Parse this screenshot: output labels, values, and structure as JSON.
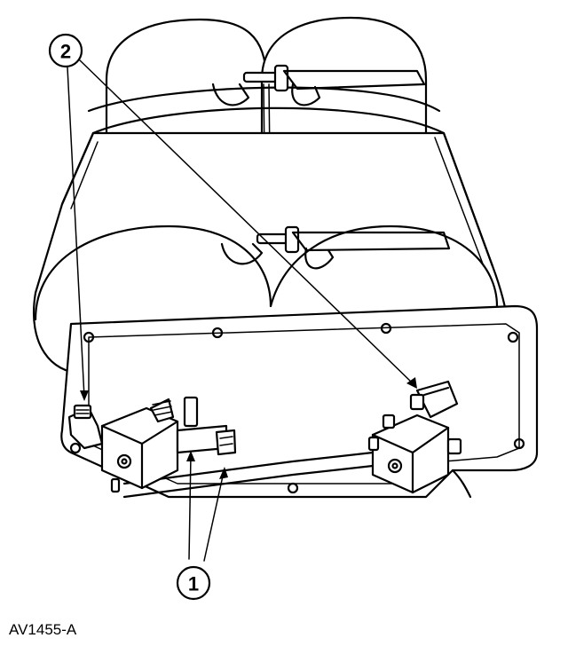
{
  "callouts": [
    {
      "id": "1",
      "label": "1"
    },
    {
      "id": "2",
      "label": "2"
    }
  ],
  "figure_code": "AV1455-A"
}
